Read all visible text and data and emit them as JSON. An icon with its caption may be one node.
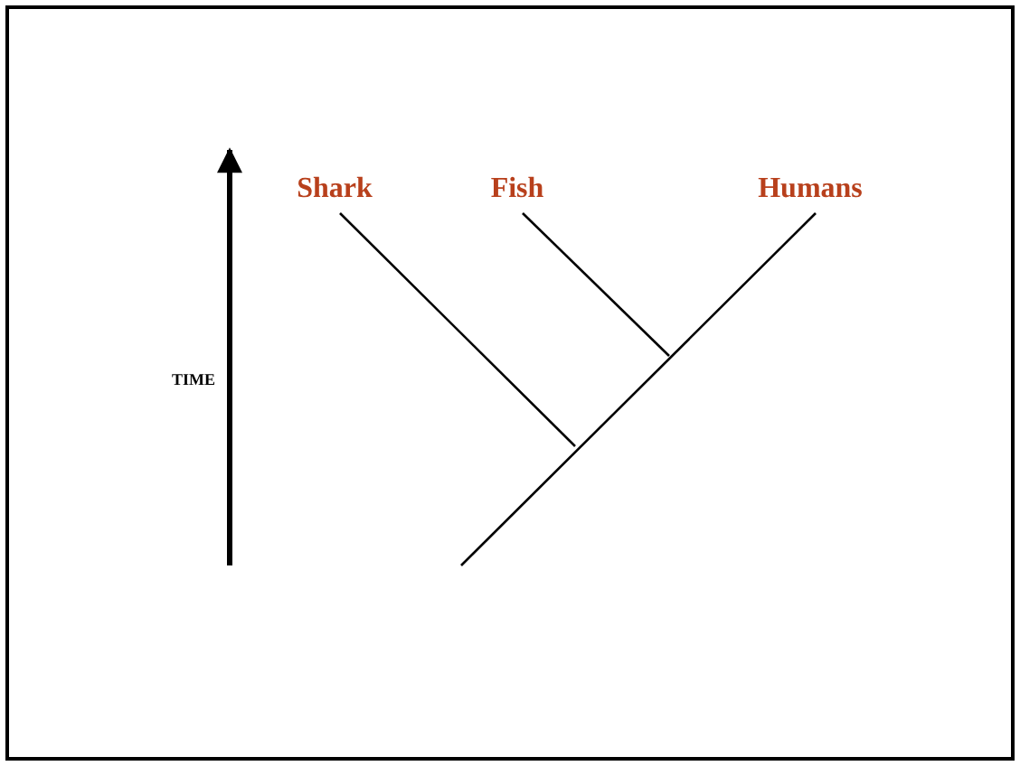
{
  "diagram": {
    "nodes": [
      {
        "text": [
          "Shark"
        ]
      },
      {
        "text": [
          "Fish"
        ]
      },
      {
        "text": [
          "Humans"
        ]
      }
    ],
    "edges": [
      {
        "from": null,
        "to": 0,
        "arrow": "none"
      },
      {
        "from": null,
        "to": 1,
        "arrow": "none"
      },
      {
        "from": null,
        "to": 2,
        "arrow": "none"
      }
    ],
    "labels": [
      "TIME"
    ]
  }
}
